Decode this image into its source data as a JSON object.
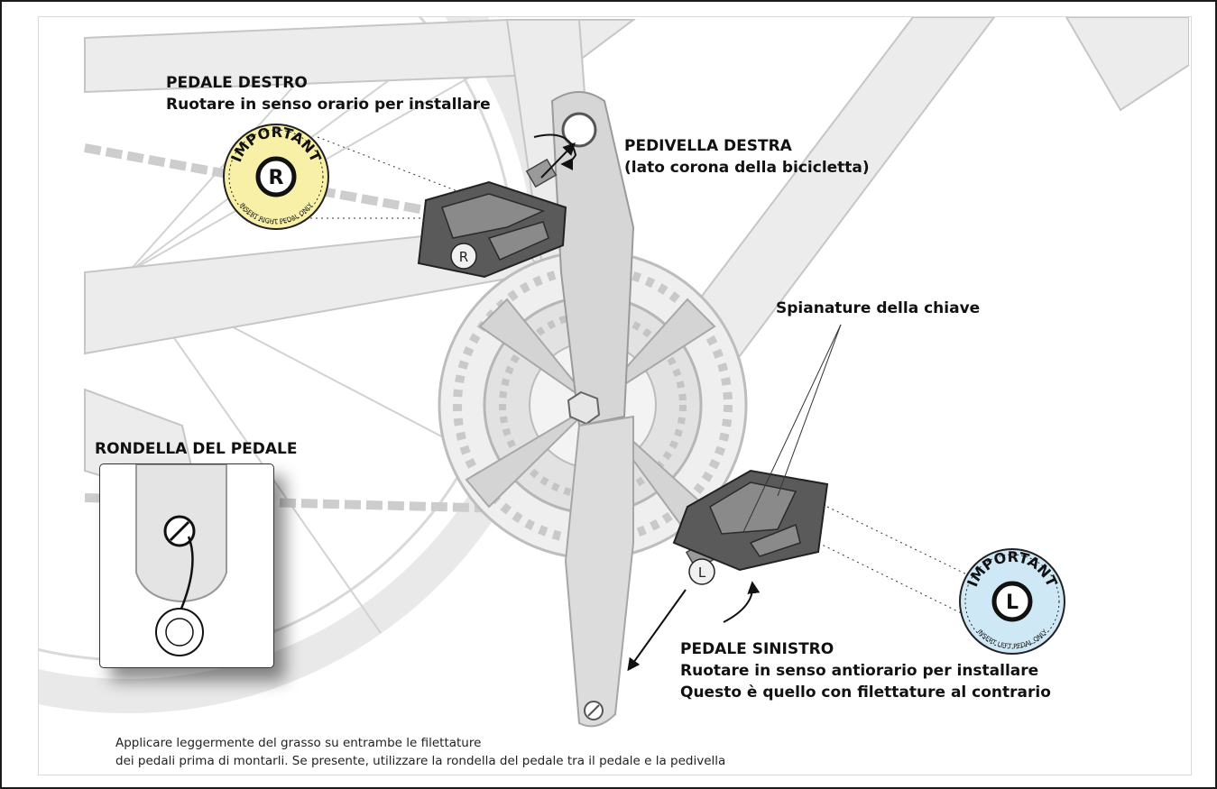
{
  "labels": {
    "right_pedal_title": "PEDALE DESTRO",
    "right_pedal_instruction": "Ruotare in senso orario per installare",
    "right_crank_title": "PEDIVELLA DESTRA",
    "right_crank_note": "(lato corona della bicicletta)",
    "wrench_flats": "Spianature della chiave",
    "washer_title": "RONDELLA DEL PEDALE",
    "left_pedal_title": "PEDALE SINISTRO",
    "left_pedal_instruction": "Ruotare in senso antiorario per installare",
    "left_pedal_note": "Questo è quello con filettature al contrario"
  },
  "badges": {
    "right": {
      "top_text": "IMPORTANT",
      "letter": "R",
      "bottom_text": "INSERT RIGHT PEDAL ONLY",
      "color": "#f7f0a6"
    },
    "left": {
      "top_text": "IMPORTANT",
      "letter": "L",
      "bottom_text": "INSERT LEFT PEDAL ONLY",
      "color": "#cfe8f5"
    }
  },
  "pedal_marks": {
    "right": "R",
    "left": "L"
  },
  "footer_note": {
    "line1": "Applicare leggermente del grasso su entrambe le filettature",
    "line2": "dei pedali prima di montarli. Se presente, utilizzare la rondella del pedale tra il pedale e la pedivella"
  },
  "colors": {
    "frame": "#e4e4e4",
    "frame_outline": "#c4c4c4",
    "crank": "#cfcfcf",
    "pedal": "#5a5a5a",
    "ink": "#111111"
  }
}
